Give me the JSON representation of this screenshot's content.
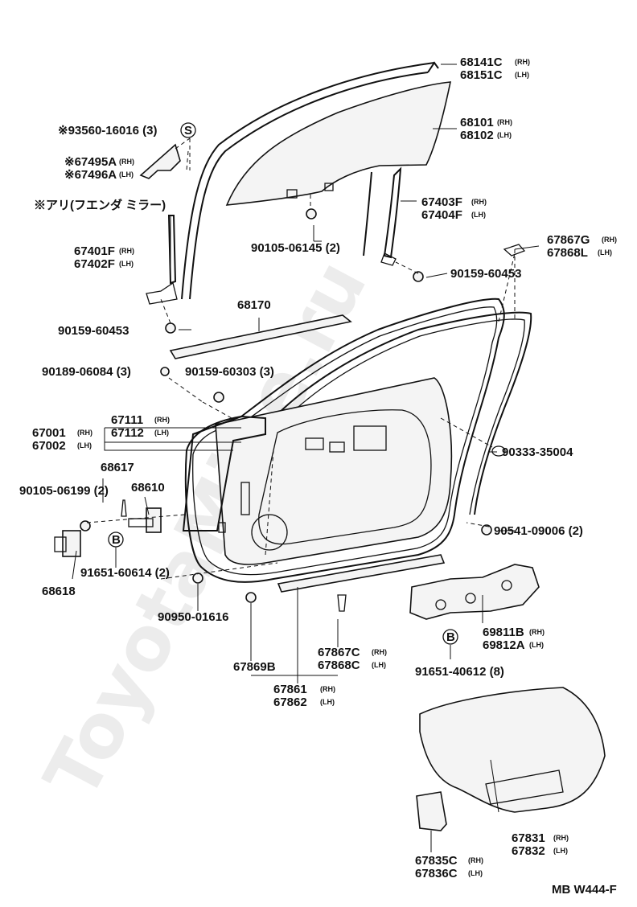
{
  "watermark": "ToyotaMine.ru",
  "footer_code": "MB W444-F",
  "labels": {
    "p68141": "68141C",
    "p68141_sfx": "(RH)",
    "p68151": "68151C",
    "p68151_sfx": "(LH)",
    "p68101": "68101",
    "p68101_sfx": "(RH)",
    "p68102": "68102",
    "p68102_sfx": "(LH)",
    "p93560": "※93560-16016 (3)",
    "s_mark": "S",
    "p67495": "※67495A",
    "p67495_sfx": "(RH)",
    "p67496": "※67496A",
    "p67496_sfx": "(LH)",
    "mirror_note": "※アリ(フエンダ ミラー)",
    "p67403": "67403F",
    "p67403_sfx": "(RH)",
    "p67404": "67404F",
    "p67404_sfx": "(LH)",
    "p67401": "67401F",
    "p67401_sfx": "(RH)",
    "p67402": "67402F",
    "p67402_sfx": "(LH)",
    "p90105a": "90105-06145 (2)",
    "p67867g": "67867G",
    "p67867g_sfx": "(RH)",
    "p67868l": "67868L",
    "p67868l_sfx": "(LH)",
    "p90159a": "90159-60453",
    "p68170": "68170",
    "p90159b": "90159-60453",
    "p90189": "90189-06084 (3)",
    "p90159c": "90159-60303 (3)",
    "p67111": "67111",
    "p67111_sfx": "(RH)",
    "p67112": "67112",
    "p67112_sfx": "(LH)",
    "p67001": "67001",
    "p67001_sfx": "(RH)",
    "p67002": "67002",
    "p67002_sfx": "(LH)",
    "p90333": "90333-35004",
    "p68617": "68617",
    "p90105b": "90105-06199 (2)",
    "p68610": "68610",
    "p90541": "90541-09006 (2)",
    "b_mark": "B",
    "p91651a": "91651-60614 (2)",
    "p68618": "68618",
    "p90950": "90950-01616",
    "p67869": "67869B",
    "p67867c": "67867C",
    "p67867c_sfx": "(RH)",
    "p67868c": "67868C",
    "p67868c_sfx": "(LH)",
    "p69811": "69811B",
    "p69811_sfx": "(RH)",
    "p69812": "69812A",
    "p69812_sfx": "(LH)",
    "p91651b": "91651-40612 (8)",
    "p67861": "67861",
    "p67861_sfx": "(RH)",
    "p67862": "67862",
    "p67862_sfx": "(LH)",
    "p67831": "67831",
    "p67831_sfx": "(RH)",
    "p67832": "67832",
    "p67832_sfx": "(LH)",
    "p67835": "67835C",
    "p67835_sfx": "(RH)",
    "p67836": "67836C",
    "p67836_sfx": "(LH)"
  }
}
